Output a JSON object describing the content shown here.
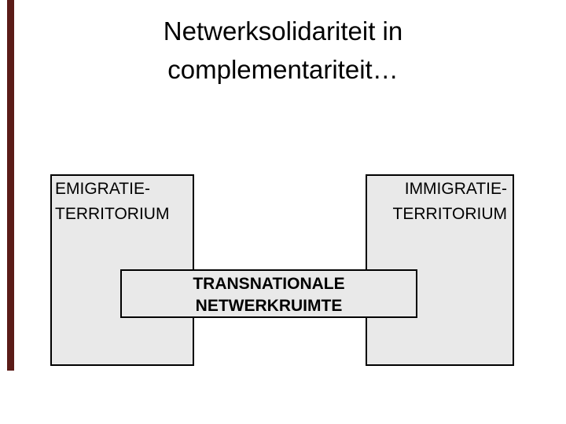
{
  "slide": {
    "title": {
      "line1": "Netwerksolidariteit in",
      "line2": "complementariteit…"
    },
    "boxes": {
      "emigratie": {
        "line1": "EMIGRATIE-",
        "line2": "TERRITORIUM"
      },
      "immigratie": {
        "line1": "IMMIGRATIE-",
        "line2": "TERRITORIUM"
      },
      "transnationale": {
        "line1": "TRANSNATIONALE",
        "line2": "NETWERKRUIMTE"
      }
    },
    "colors": {
      "background": "#ffffff",
      "box_fill": "#e9e9e9",
      "box_border": "#000000",
      "text": "#000000",
      "accent_bar": "#5b1b17"
    }
  }
}
